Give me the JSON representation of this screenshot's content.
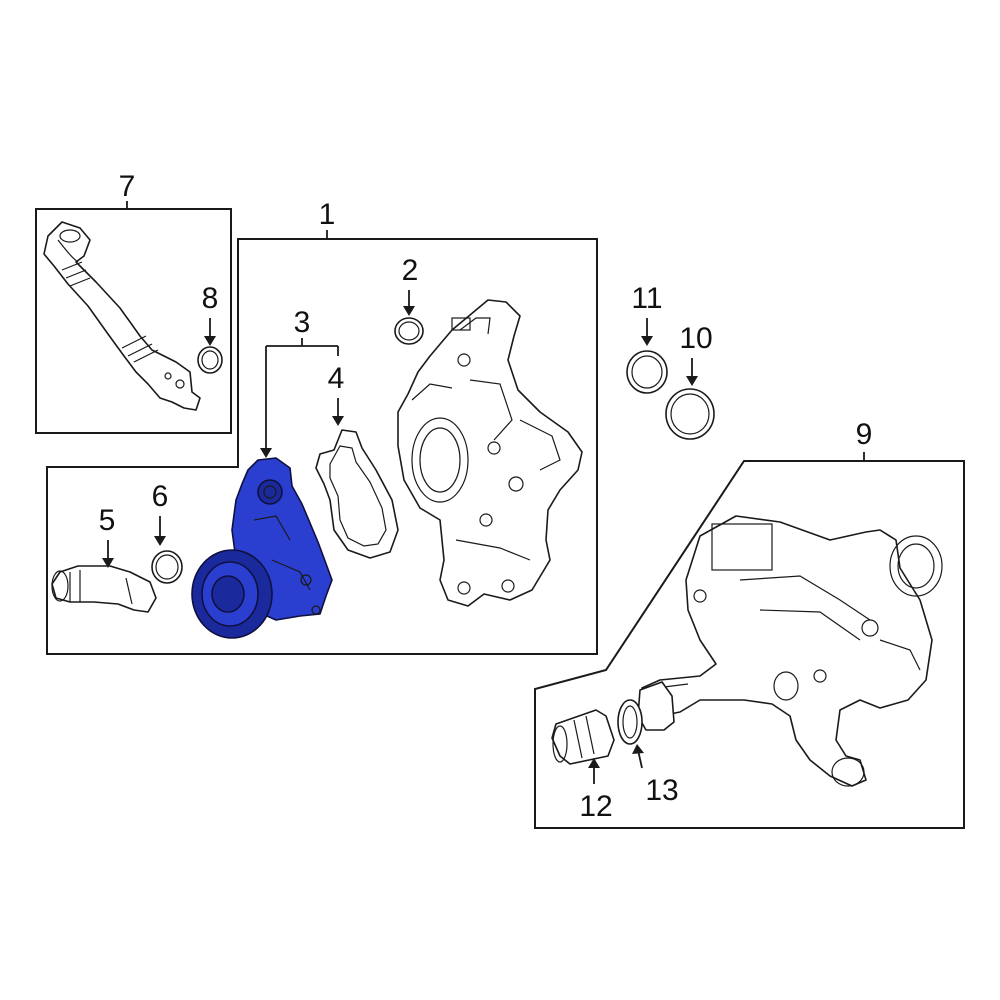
{
  "callouts": {
    "c1": "1",
    "c2": "2",
    "c3": "3",
    "c4": "4",
    "c5": "5",
    "c6": "6",
    "c7": "7",
    "c8": "8",
    "c9": "9",
    "c10": "10",
    "c11": "11",
    "c12": "12",
    "c13": "13"
  },
  "colors": {
    "highlight": "#2a3fcf",
    "highlight_dark": "#1a2a9c",
    "line": "#1a1a1a",
    "background": "#ffffff"
  },
  "highlighted_part": "3"
}
